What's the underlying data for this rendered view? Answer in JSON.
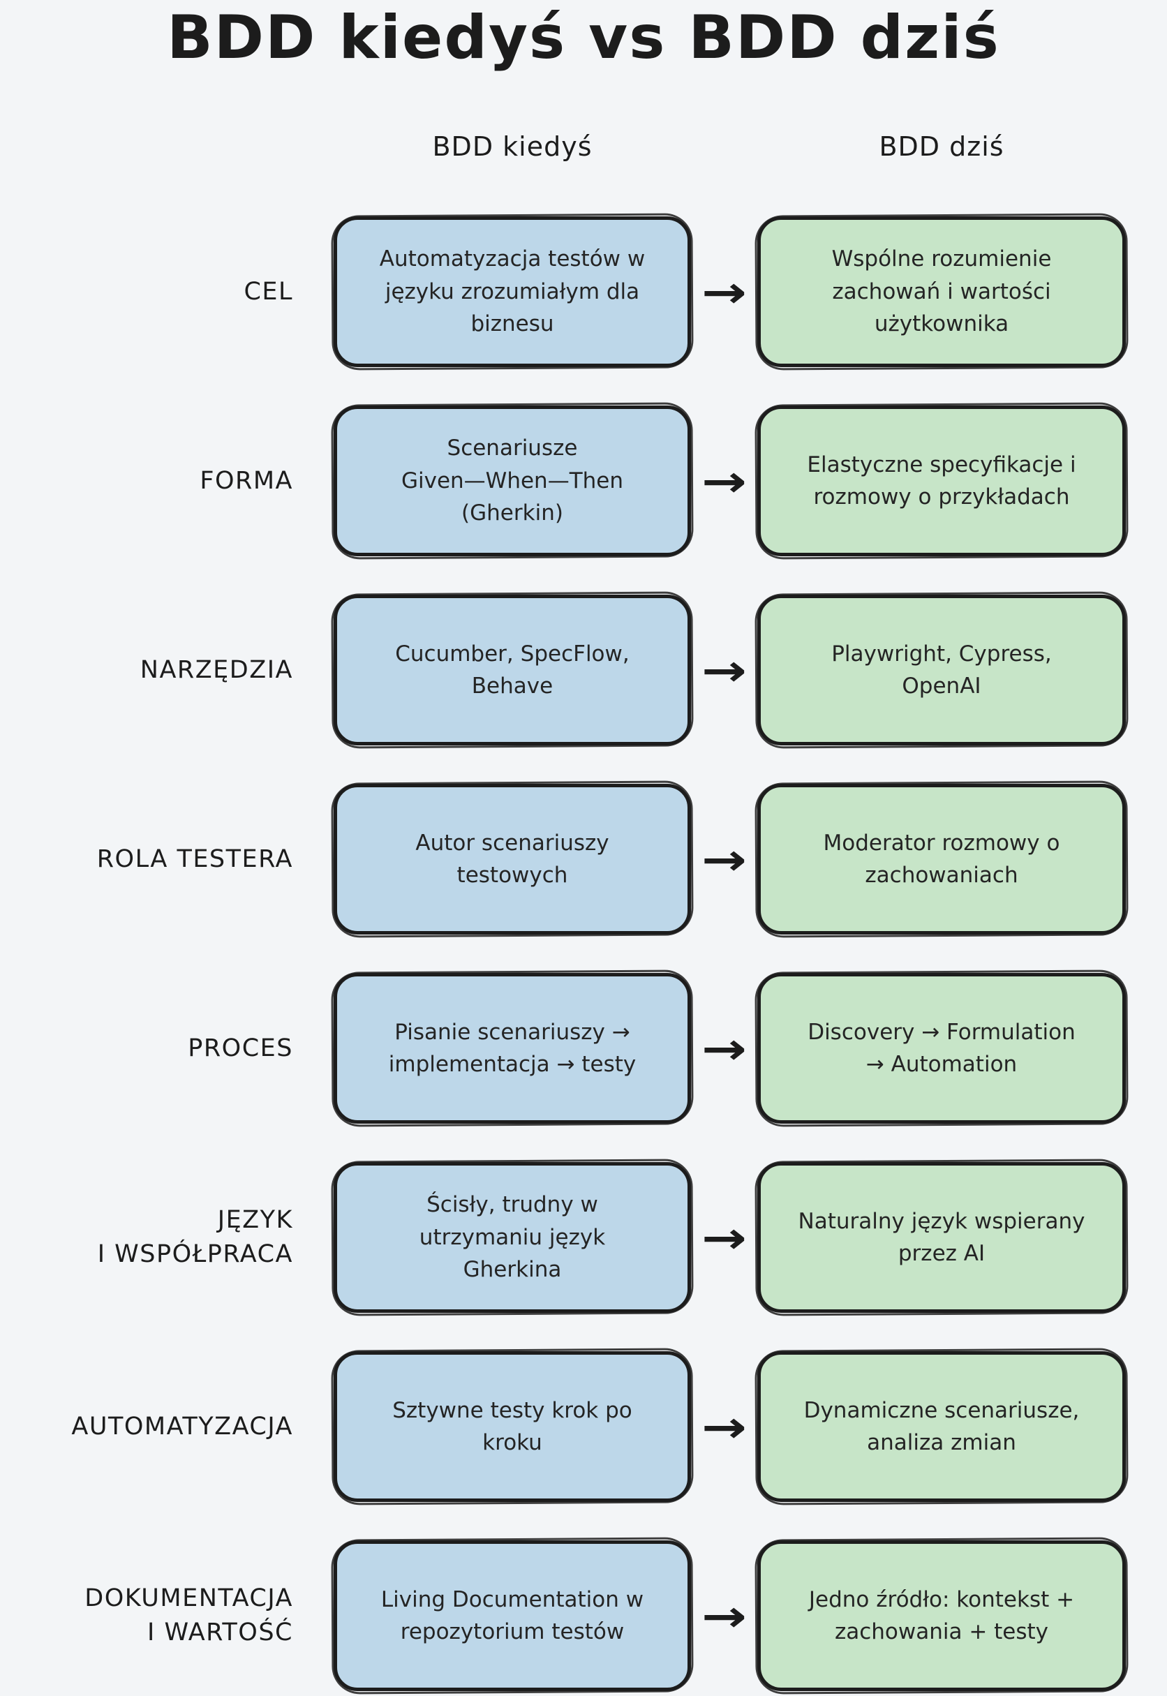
{
  "title": "BDD kiedyś vs BDD dziś",
  "columns": {
    "then": "BDD kiedyś",
    "now": "BDD dziś"
  },
  "icons": {
    "arrow_right": "→"
  },
  "colors": {
    "background": "#f3f5f7",
    "then_fill": "#bdd7e9",
    "now_fill": "#c7e5c8",
    "ink": "#1c1c1c"
  },
  "rows": [
    {
      "label": "CEL",
      "then": "Automatyzacja testów w\njęzyku zrozumiałym dla\nbiznesu",
      "now": "Wspólne rozumienie\nzachowań i wartości\nużytkownika"
    },
    {
      "label": "FORMA",
      "then": "Scenariusze\nGiven—When—Then\n(Gherkin)",
      "now": "Elastyczne specyfikacje i\nrozmowy o przykładach"
    },
    {
      "label": "NARZĘDZIA",
      "then": "Cucumber, SpecFlow,\nBehave",
      "now": "Playwright, Cypress,\nOpenAI"
    },
    {
      "label": "ROLA TESTERA",
      "then": "Autor scenariuszy\ntestowych",
      "now": "Moderator rozmowy o\nzachowaniach"
    },
    {
      "label": "PROCES",
      "then": "Pisanie scenariuszy →\nimplementacja → testy",
      "now": "Discovery → Formulation\n→ Automation"
    },
    {
      "label": "JĘZYK\nI WSPÓŁPRACA",
      "then": "Ścisły, trudny w\nutrzymaniu język\nGherkina",
      "now": "Naturalny język wspierany\nprzez AI"
    },
    {
      "label": "AUTOMATYZACJA",
      "then": "Sztywne testy krok po\nkroku",
      "now": "Dynamiczne scenariusze,\nanaliza zmian"
    },
    {
      "label": "DOKUMENTACJA\nI WARTOŚĆ",
      "then": "Living Documentation w\nrepozytorium testów",
      "now": "Jedno źródło: kontekst +\nzachowania + testy"
    }
  ]
}
